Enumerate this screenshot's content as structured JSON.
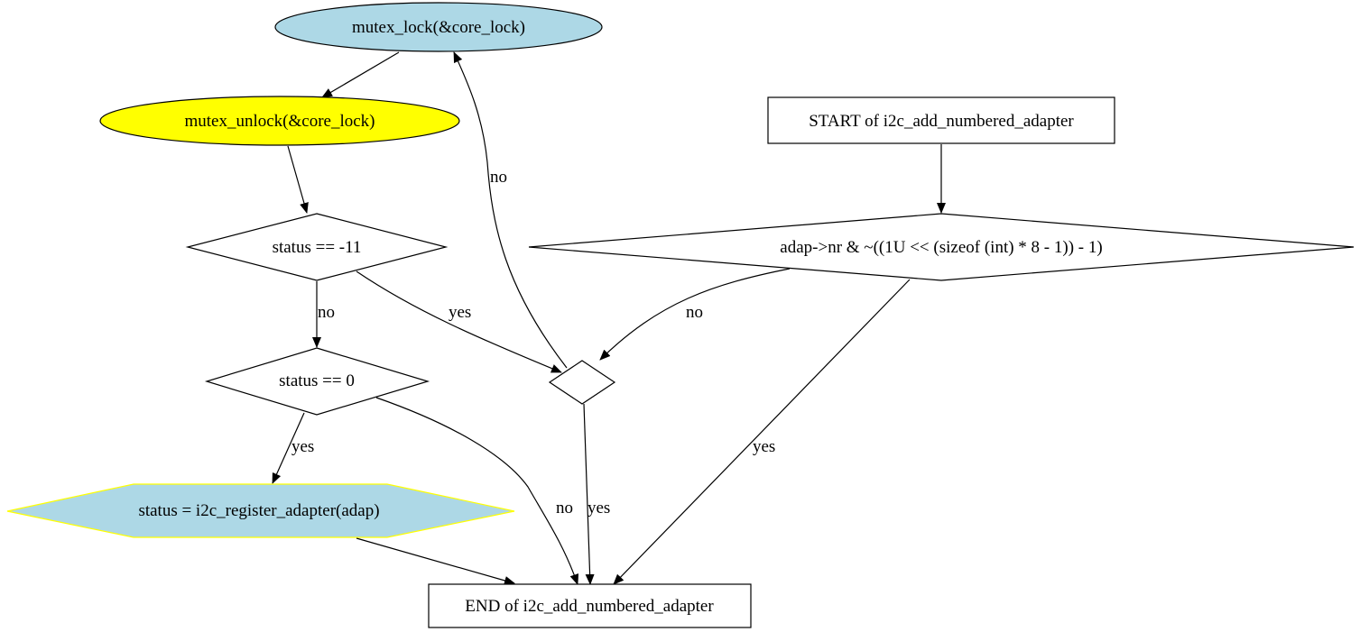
{
  "nodes": {
    "mutex_lock": {
      "label": "mutex_lock(&core_lock)",
      "fill": "#add8e6"
    },
    "mutex_unlock": {
      "label": "mutex_unlock(&core_lock)",
      "fill": "#ffff00"
    },
    "status_eq_neg11": {
      "label": "status == -11"
    },
    "status_eq_0": {
      "label": "status == 0"
    },
    "register_adapter": {
      "label": "status = i2c_register_adapter(adap)",
      "fill": "#add8e6",
      "border": "#ffff00"
    },
    "start": {
      "label": "START of i2c_add_numbered_adapter"
    },
    "nr_check": {
      "label": "adap->nr & ~((1U << (sizeof (int) * 8 - 1)) - 1)"
    },
    "empty_decision": {
      "label": ""
    },
    "end": {
      "label": "END of i2c_add_numbered_adapter"
    }
  },
  "edges": {
    "empty_to_lock": {
      "label": "no"
    },
    "neg11_to_status0": {
      "label": "no"
    },
    "neg11_to_empty": {
      "label": "yes"
    },
    "nr_to_empty": {
      "label": "no"
    },
    "status0_to_register": {
      "label": "yes"
    },
    "nr_to_end": {
      "label": "yes"
    },
    "status0_to_end": {
      "label": "no"
    },
    "empty_to_end": {
      "label": "yes"
    }
  }
}
